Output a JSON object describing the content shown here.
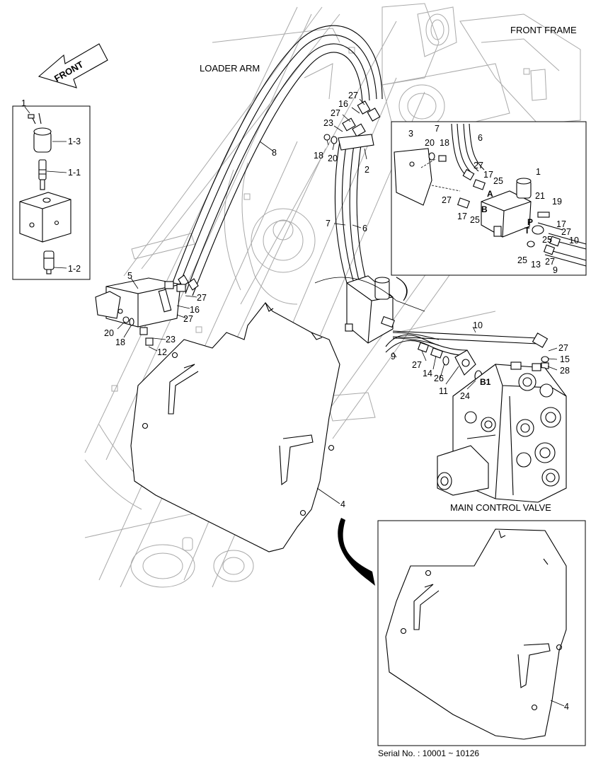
{
  "labels": {
    "front": "FRONT",
    "loader_arm": "LOADER ARM",
    "front_frame": "FRONT FRAME",
    "main_control_valve": "MAIN CONTROL VALVE",
    "serial": "Serial No. : 10001 ~ 10126"
  },
  "ports": {
    "a": "A",
    "b": "B",
    "p": "P",
    "t": "T",
    "b1": "B1"
  },
  "parts": {
    "p1": "1",
    "p1_1": "1-1",
    "p1_2": "1-2",
    "p1_3": "1-3",
    "p2": "2",
    "p3": "3",
    "p4": "4",
    "p5": "5",
    "p6": "6",
    "p7": "7",
    "p8": "8",
    "p9": "9",
    "p10": "10",
    "p11": "11",
    "p12": "12",
    "p13": "13",
    "p14": "14",
    "p15": "15",
    "p16": "16",
    "p17": "17",
    "p18": "18",
    "p19": "19",
    "p20": "20",
    "p21": "21",
    "p23": "23",
    "p24": "24",
    "p25": "25",
    "p26": "26",
    "p27": "27",
    "p28": "28"
  },
  "colors": {
    "line": "#000000",
    "background_lines": "#a9a9a9",
    "paper": "#ffffff"
  }
}
